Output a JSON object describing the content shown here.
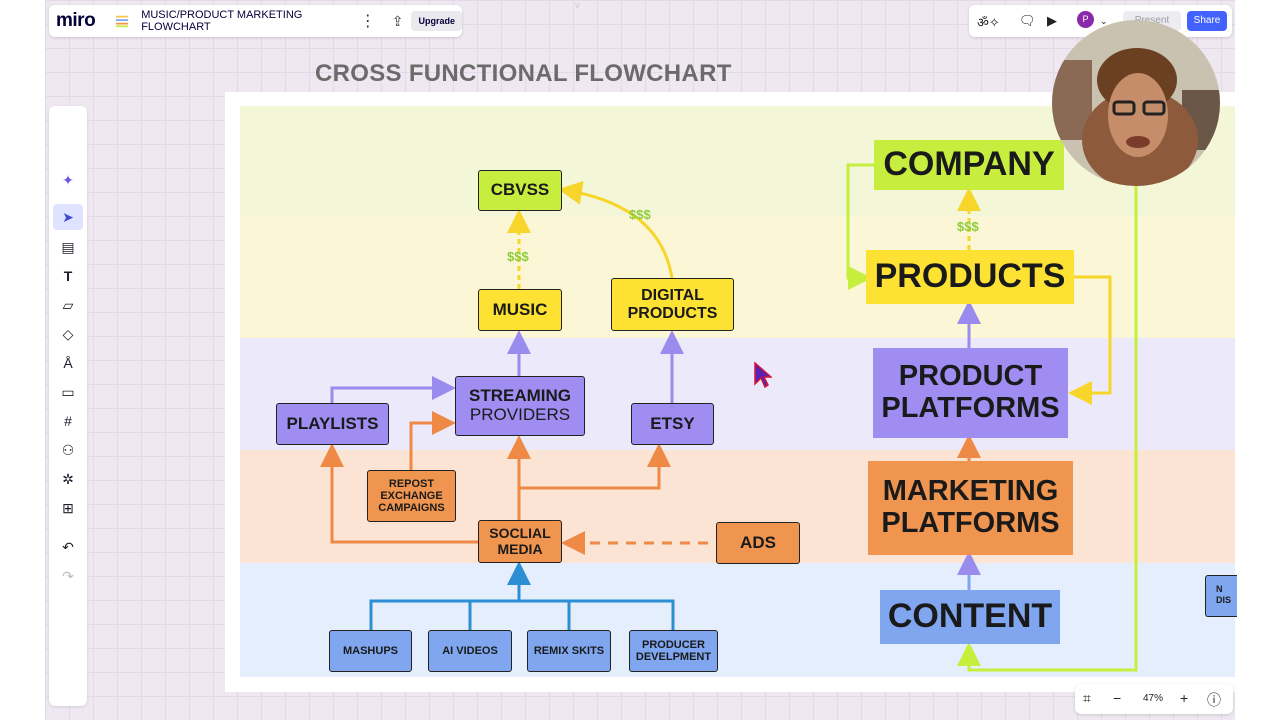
{
  "app": {
    "logo": "miro",
    "board_name": "MUSIC/PRODUCT MARKETING FLOWCHART",
    "upgrade_label": "Upgrade",
    "present_label": "Present",
    "share_label": "Share",
    "avatar_initial": "P",
    "zoom_label": "47%"
  },
  "colors": {
    "accent": "#4262ff",
    "lime": "#c7ee3f",
    "yellow": "#fde233",
    "purple": "#a08df2",
    "orange": "#f0954f",
    "blue": "#7fa6ef"
  },
  "board": {
    "title": "CROSS FUNCTIONAL FLOWCHART",
    "nodes": {
      "cbvss": "CBVSS",
      "music": "MUSIC",
      "digital_products": "DIGITAL PRODUCTS",
      "streaming_line1": "STREAMING",
      "streaming_line2": "PROVIDERS",
      "playlists": "PLAYLISTS",
      "etsy": "ETSY",
      "repost": "REPOST EXCHANGE CAMPAIGNS",
      "social_media": "SOCLIAL MEDIA",
      "ads": "ADS",
      "mashups": "MASHUPS",
      "ai_videos": "AI VIDEOS",
      "remix_skits": "REMIX SKITS",
      "producer": "PRODUCER DEVELPMENT",
      "company": "COMPANY",
      "products": "PRODUCTS",
      "product_platforms": "PRODUCT PLATFORMS",
      "marketing_platforms": "MARKETING PLATFORMS",
      "content": "CONTENT",
      "offscreen_partial": "N DIS"
    },
    "money_labels": [
      "$$$",
      "$$$",
      "$$$"
    ]
  }
}
